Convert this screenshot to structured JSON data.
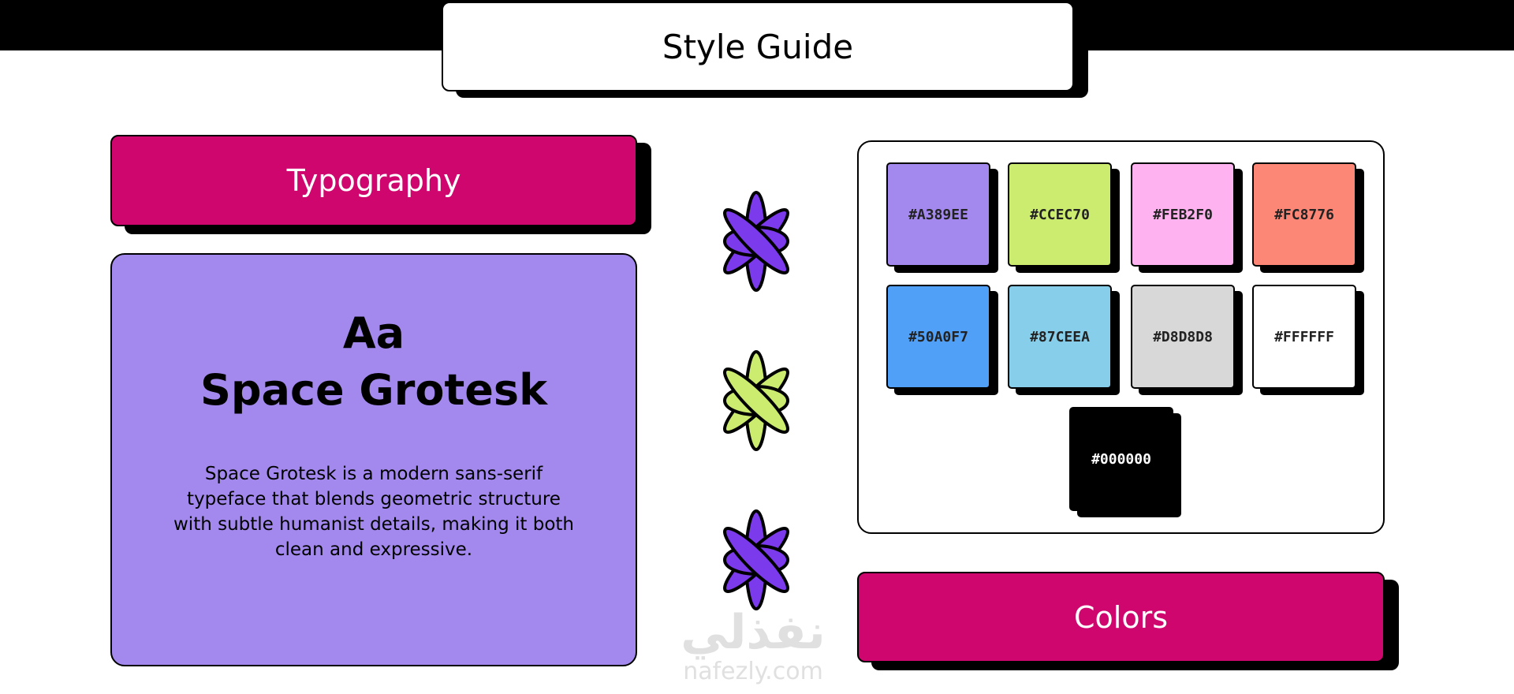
{
  "header": {
    "title": "Style Guide"
  },
  "typography": {
    "label": "Typography",
    "sample": "Aa",
    "font_name": "Space Grotesk",
    "description": "Space Grotesk is a modern sans-serif typeface that blends geometric structure with subtle humanist details, making it both clean and expressive."
  },
  "colors": {
    "label": "Colors",
    "swatches": [
      {
        "hex": "#A389EE",
        "text": "#222222"
      },
      {
        "hex": "#CCEC70",
        "text": "#222222"
      },
      {
        "hex": "#FEB2F0",
        "text": "#222222"
      },
      {
        "hex": "#FC8776",
        "text": "#222222"
      },
      {
        "hex": "#50A0F7",
        "text": "#222222"
      },
      {
        "hex": "#87CEEA",
        "text": "#222222"
      },
      {
        "hex": "#D8D8D8",
        "text": "#222222"
      },
      {
        "hex": "#FFFFFF",
        "text": "#222222"
      },
      {
        "hex": "#000000",
        "text": "#FFFFFF"
      }
    ]
  },
  "decor": {
    "flower_colors": [
      "#7C3AED",
      "#CCEC70",
      "#7C3AED"
    ]
  },
  "watermark": {
    "arabic": "نفذلي",
    "latin": "nafezly.com"
  },
  "theme": {
    "accent": "#D0066F",
    "card": "#A389EE"
  }
}
